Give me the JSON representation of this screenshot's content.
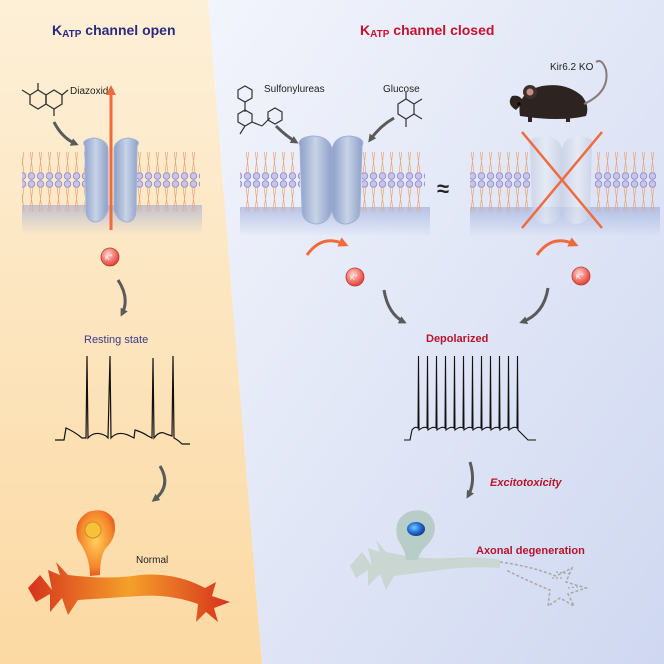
{
  "left_panel": {
    "title_main": "K",
    "title_sub": "ATP",
    "title_rest": " channel open",
    "drug_label": "Diazoxide",
    "ion_label": "K",
    "ion_sup": "+",
    "state_label": "Resting state",
    "outcome_label": "Normal"
  },
  "right_panel": {
    "title_main": "K",
    "title_sub": "ATP",
    "title_rest": " channel closed",
    "drug1_label": "Sulfonylureas",
    "drug2_label": "Glucose",
    "mouse_label": "Kir6.2 KO",
    "equiv_symbol": "≈",
    "ion_label": "K",
    "ion_sup": "+",
    "state_label": "Depolarized",
    "excito_label": "Excitotoxicity",
    "outcome_label": "Axonal degeneration"
  },
  "colors": {
    "left_title": "#2b2a7e",
    "right_title": "#c4122f",
    "purple_text": "#3b3a8c",
    "red_text": "#b5142c",
    "orange_arrow": "#ef6a3c",
    "gray_arrow": "#5a5a5a",
    "left_bg": "#fde5bd",
    "right_bg": "#dde3f5"
  }
}
